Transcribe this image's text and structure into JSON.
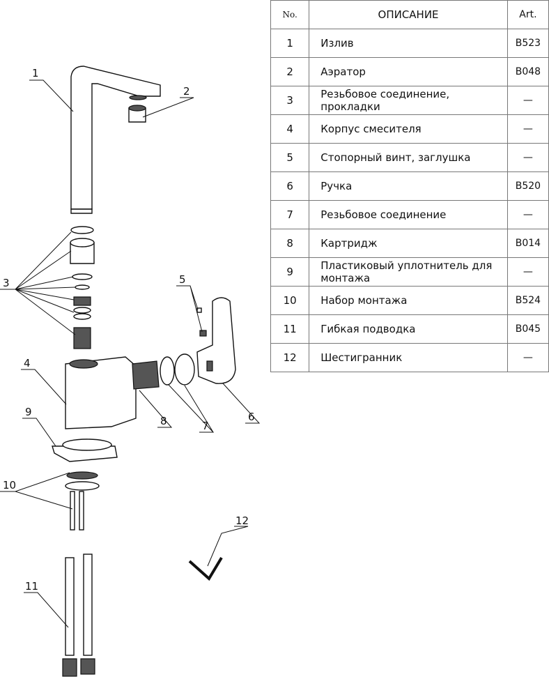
{
  "table": {
    "headers": {
      "no": "No.",
      "description": "ОПИСАНИЕ",
      "art": "Art."
    },
    "rows": [
      {
        "no": "1",
        "description": "Излив",
        "art": "B523"
      },
      {
        "no": "2",
        "description": "Аэратор",
        "art": "B048"
      },
      {
        "no": "3",
        "description": "Резьбовое соединение, прокладки",
        "art": "—"
      },
      {
        "no": "4",
        "description": "Корпус смесителя",
        "art": "—"
      },
      {
        "no": "5",
        "description": "Стопорный винт, заглушка",
        "art": "—"
      },
      {
        "no": "6",
        "description": "Ручка",
        "art": "B520"
      },
      {
        "no": "7",
        "description": "Резьбовое соединение",
        "art": "—"
      },
      {
        "no": "8",
        "description": "Картридж",
        "art": "B014"
      },
      {
        "no": "9",
        "description": "Пластиковый уплотнитель для монтажа",
        "art": "—"
      },
      {
        "no": "10",
        "description": "Набор монтажа",
        "art": "B524"
      },
      {
        "no": "11",
        "description": "Гибкая подводка",
        "art": "B045"
      },
      {
        "no": "12",
        "description": "Шестигранник",
        "art": "—"
      }
    ]
  },
  "callouts": [
    "1",
    "2",
    "3",
    "4",
    "5",
    "6",
    "7",
    "8",
    "9",
    "10",
    "11",
    "12"
  ]
}
